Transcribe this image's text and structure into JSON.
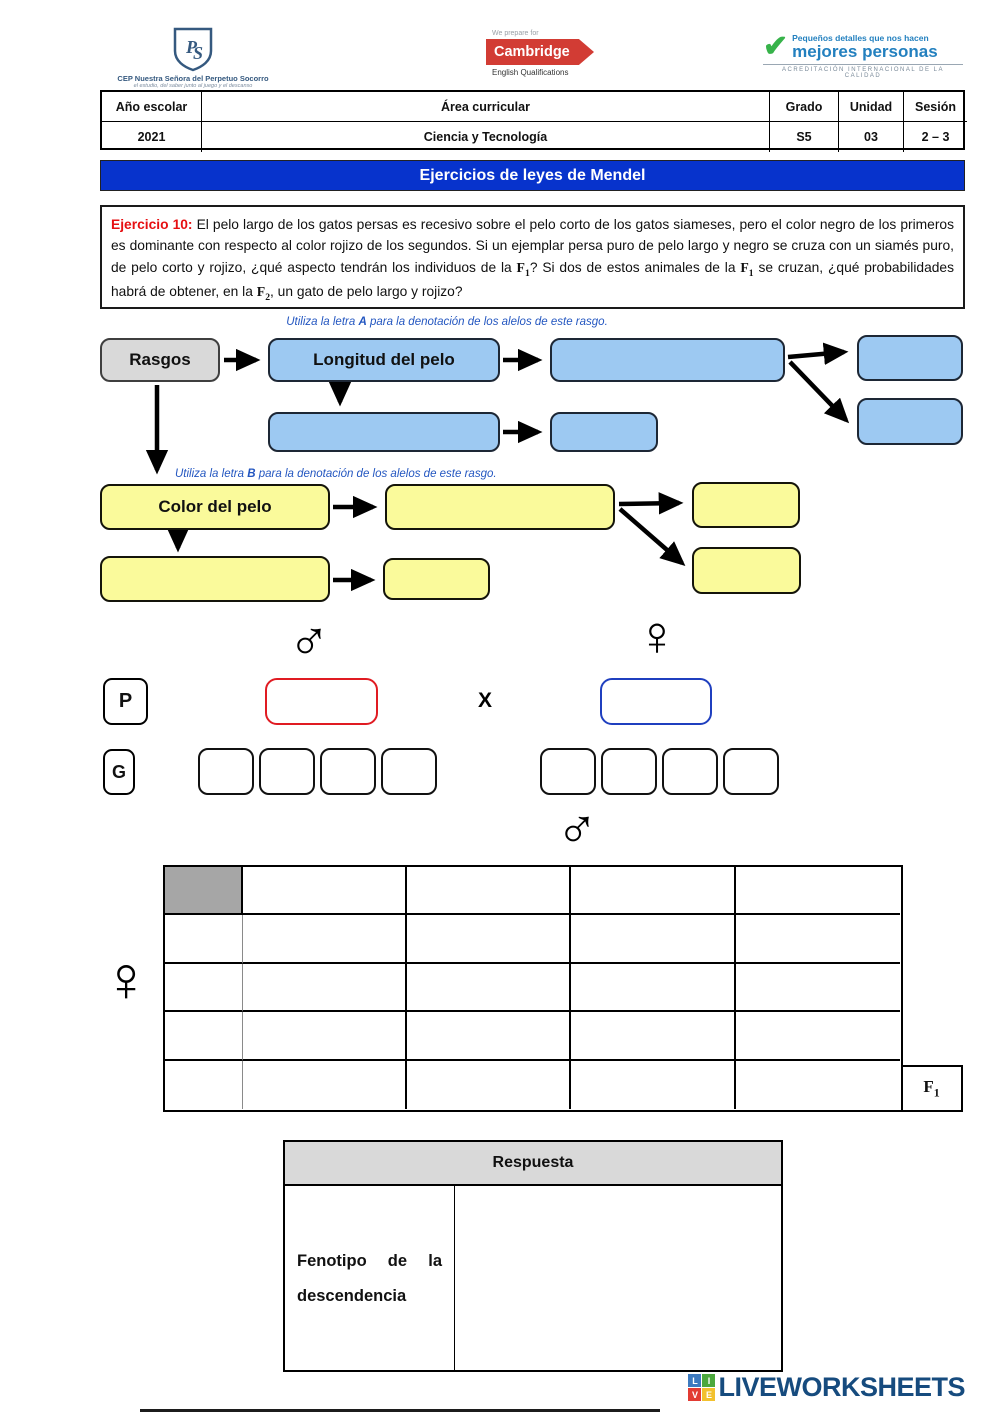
{
  "colors": {
    "banner_blue": "#0733CC",
    "note_blue": "#2356C0",
    "box_blue": "#9DC9F2",
    "box_yellow": "#FAFA9B",
    "box_gray": "#D9D9D9",
    "punnett_gray": "#A6A6A6",
    "respuesta_gray": "#D9D9D9",
    "border_red": "#E01B22",
    "border_blue": "#1F3FBF",
    "cambridge_red": "#D23C34",
    "personas_blue": "#2380BF",
    "ejercicio_red": "#E60F12",
    "school_blue": "#35597F",
    "lw_blue": "#164B7E",
    "lw_sq_blue": "#3D7ABF",
    "lw_sq_green": "#4CA83D",
    "lw_sq_red": "#E23B33",
    "lw_sq_yellow": "#F2C12E"
  },
  "header": {
    "school": {
      "initials": "PS",
      "name": "CEP Nuestra Señora del Perpetuo Socorro",
      "tagline": "el estudio, del saber junto al juego y el descanso"
    },
    "cambridge": {
      "pre": "We prepare for",
      "name": "Cambridge",
      "sub": "English Qualifications"
    },
    "personas": {
      "line1": "Pequeños detalles que nos hacen",
      "line2": "mejores personas",
      "line3": "ACREDITACIÓN INTERNACIONAL DE LA CALIDAD"
    }
  },
  "info_table": {
    "headers": [
      "Año escolar",
      "Área curricular",
      "Grado",
      "Unidad",
      "Sesión"
    ],
    "values": [
      "2021",
      "Ciencia y Tecnología",
      "S5",
      "03",
      "2 – 3"
    ]
  },
  "banner": {
    "title": "Ejercicios de leyes de Mendel"
  },
  "exercise": {
    "label": "Ejercicio 10:",
    "segments": [
      {
        "t": " El pelo largo de los gatos persas es recesivo sobre el pelo corto de los gatos siameses, pero el color negro de los primeros es dominante con respecto al color rojizo de los segundos. Si un ejemplar persa puro de pelo largo y negro se cruza con un siamés puro, de pelo corto y rojizo, ¿qué aspecto tendrán los individuos de la "
      },
      {
        "t": "F",
        "f": true
      },
      {
        "t": "1",
        "f": true,
        "sub": true
      },
      {
        "t": "? Si dos de estos animales de la "
      },
      {
        "t": "F",
        "f": true
      },
      {
        "t": "1",
        "f": true,
        "sub": true
      },
      {
        "t": " se cruzan, ¿qué probabilidades habrá de obtener, en la "
      },
      {
        "t": "F",
        "f": true
      },
      {
        "t": "2",
        "f": true,
        "sub": true
      },
      {
        "t": ", un gato de pelo largo y rojizo?"
      }
    ]
  },
  "diagram": {
    "note_a": [
      {
        "t": "Utiliza la letra "
      },
      {
        "t": "A",
        "b": true
      },
      {
        "t": " para la denotación de los alelos de este rasgo."
      }
    ],
    "note_b": [
      {
        "t": "Utiliza la letra "
      },
      {
        "t": "B",
        "b": true
      },
      {
        "t": " para la denotación de los alelos de este rasgo."
      }
    ],
    "rasgos_label": "Rasgos",
    "trait1_label": "Longitud del pelo",
    "trait2_label": "Color del pelo"
  },
  "cross": {
    "p_label": "P",
    "g_label": "G",
    "x_label": "X",
    "male_symbol": "♂",
    "female_symbol": "♀"
  },
  "punnett": {
    "f_letter": "F",
    "f_sub": "1"
  },
  "respuesta": {
    "title": "Respuesta",
    "row_label": "Fenotipo de la descendencia"
  },
  "footer": {
    "brand": "LIVEWORKSHEETS",
    "squares": [
      "L",
      "I",
      "V",
      "E"
    ]
  }
}
